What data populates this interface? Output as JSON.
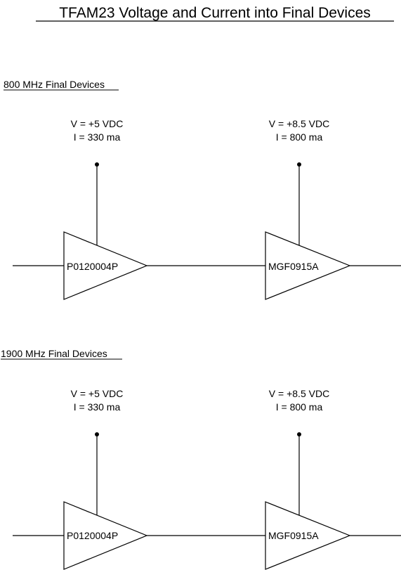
{
  "title": "TFAM23 Voltage and Current into Final Devices",
  "sections": [
    {
      "heading": "800 MHz Final Devices",
      "stages": [
        {
          "device": "P0120004P",
          "voltage": "V = +5 VDC",
          "current": "I = 330 ma"
        },
        {
          "device": "MGF0915A",
          "voltage": "V = +8.5 VDC",
          "current": "I = 800 ma"
        }
      ]
    },
    {
      "heading": "1900 MHz Final Devices",
      "stages": [
        {
          "device": "P0120004P",
          "voltage": "V = +5 VDC",
          "current": "I = 330 ma"
        },
        {
          "device": "MGF0915A",
          "voltage": "V = +8.5 VDC",
          "current": "I = 800 ma"
        }
      ]
    }
  ],
  "colors": {
    "line": "#000000",
    "background": "#ffffff"
  }
}
